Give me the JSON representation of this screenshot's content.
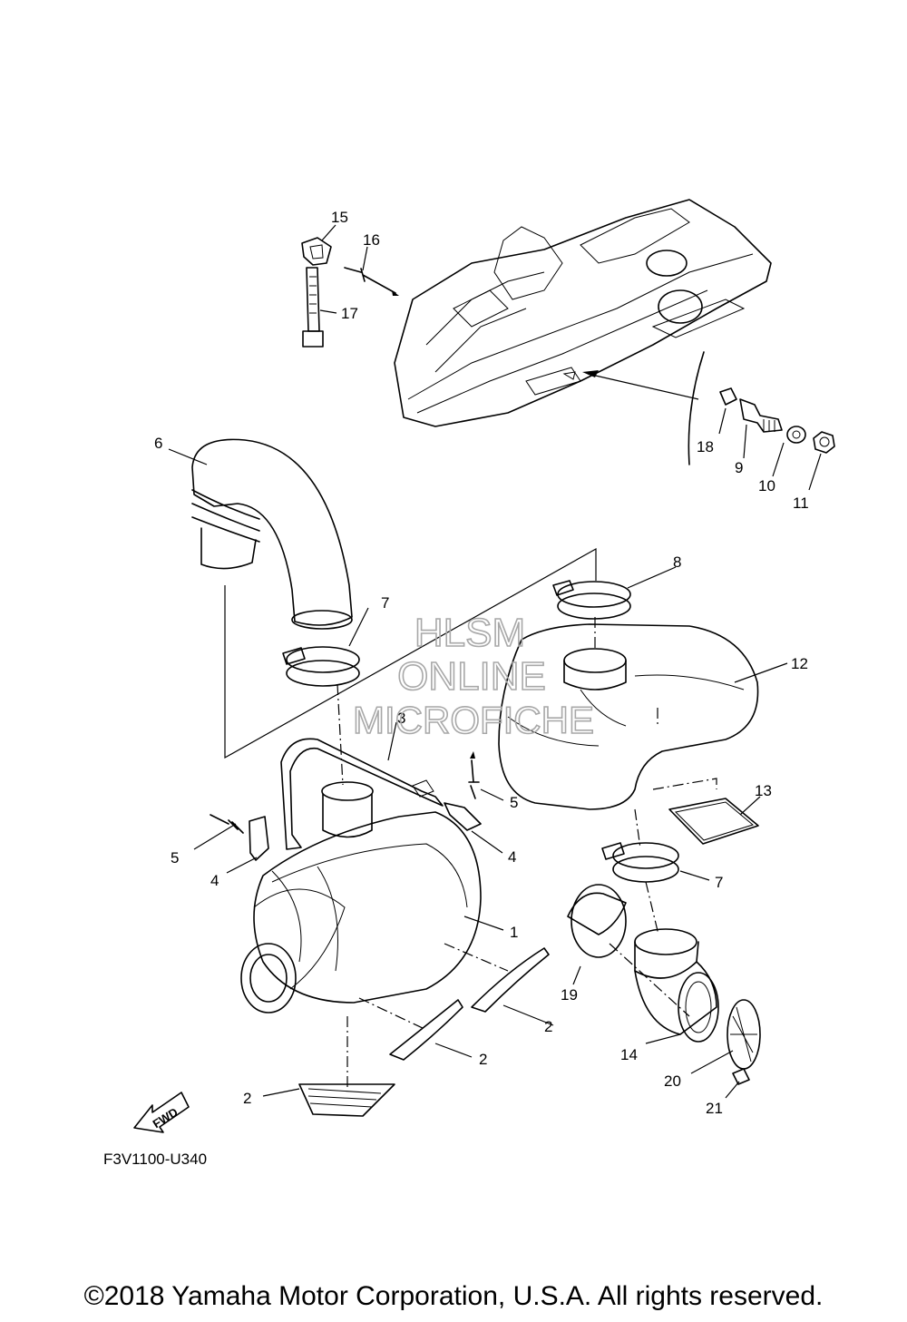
{
  "watermark": {
    "line1": "HLSM",
    "line2": "ONLINE",
    "line3": "MICROFICHE"
  },
  "callouts": {
    "c1": "1",
    "c2a": "2",
    "c2b": "2",
    "c2c": "2",
    "c3": "3",
    "c4a": "4",
    "c4b": "4",
    "c5a": "5",
    "c5b": "5",
    "c6": "6",
    "c7a": "7",
    "c7b": "7",
    "c8": "8",
    "c9": "9",
    "c10": "10",
    "c11": "11",
    "c12": "12",
    "c13": "13",
    "c14": "14",
    "c15": "15",
    "c16": "16",
    "c17": "17",
    "c18": "18",
    "c19": "19",
    "c20": "20",
    "c21": "21"
  },
  "fwd_label": "FWD",
  "diagram_code": "F3V1100-U340",
  "copyright": "©2018 Yamaha Motor Corporation, U.S.A. All rights reserved."
}
